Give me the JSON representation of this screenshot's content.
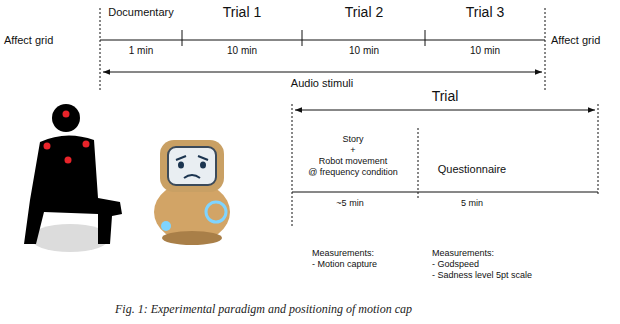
{
  "diagram": {
    "caption": "Fig. 1: Experimental paradigm and positioning of motion cap",
    "labels": [
      "Affect grid",
      "Documentary",
      "Trial 1",
      "Trial 2",
      "Trial 3",
      "Affect grid",
      "1 min",
      "10 min",
      "10 min",
      "10 min",
      "Audio stimuli",
      "Trial",
      "Story",
      "+",
      "Robot movement",
      "@ frequency condition",
      "Questionnaire",
      "~5 min",
      "5 min",
      "Measurements:",
      "- Motion capture",
      "Measurements:",
      "- Godspeed",
      "- Sadness level 5pt scale"
    ]
  }
}
